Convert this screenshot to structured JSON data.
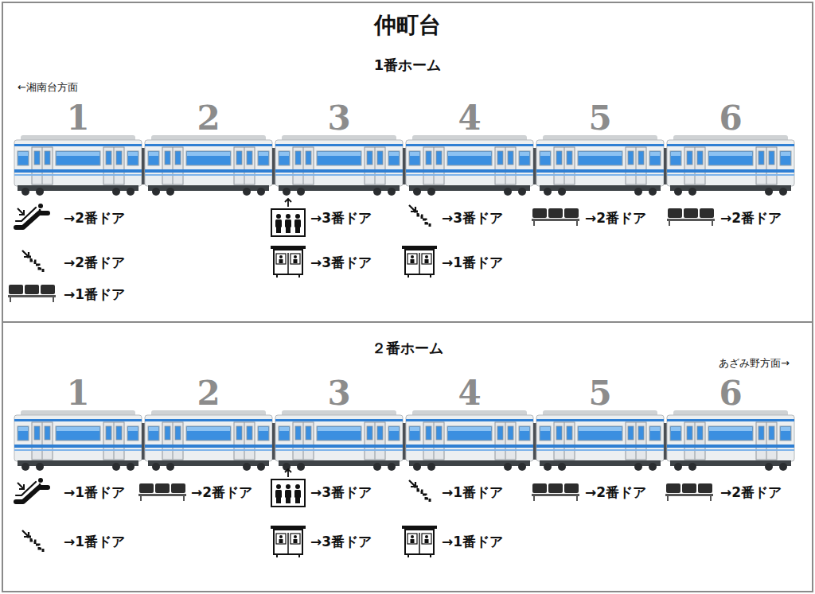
{
  "diagram": {
    "title": "仲町台",
    "nodes": [
      {
        "text": [
          "1番ホーム"
        ]
      },
      {
        "text": [
          "２番ホーム"
        ]
      }
    ],
    "labels": [
      "←湘南台方面",
      "1",
      "2",
      "3",
      "4",
      "5",
      "6",
      "→2番ドア",
      "→3番ドア",
      "→3番ドア",
      "→2番ドア",
      "→2番ドア",
      "→2番ドア",
      "→3番ドア",
      "→1番ドア",
      "→1番ドア",
      "あざみ野方面→",
      "1",
      "2",
      "3",
      "4",
      "5",
      "6",
      "→1番ドア",
      "→2番ドア",
      "→3番ドア",
      "→1番ドア",
      "→2番ドア",
      "→2番ドア",
      "→1番ドア",
      "→3番ドア",
      "→1番ドア"
    ]
  }
}
